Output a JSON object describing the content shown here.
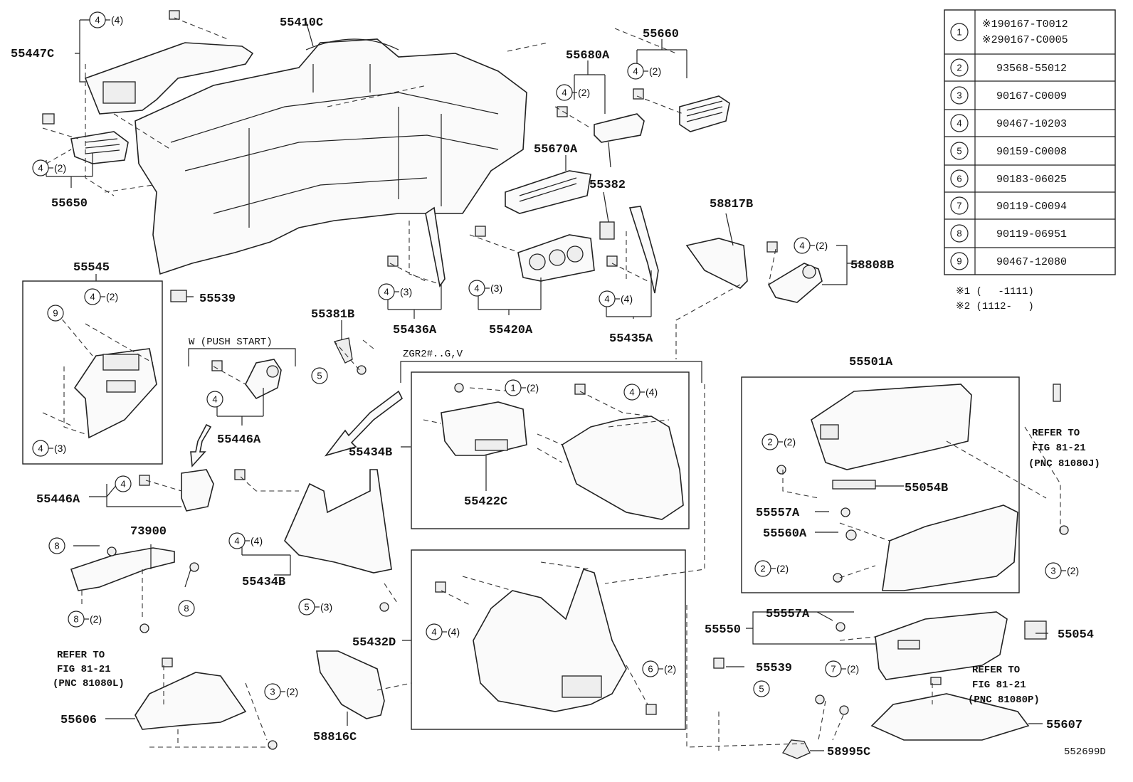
{
  "diagram_id": "552699D",
  "fastener_table": [
    {
      "num": "1",
      "parts": [
        "※190167-T0012",
        "※290167-C0005"
      ]
    },
    {
      "num": "2",
      "parts": [
        "93568-55012"
      ]
    },
    {
      "num": "3",
      "parts": [
        "90167-C0009"
      ]
    },
    {
      "num": "4",
      "parts": [
        "90467-10203"
      ]
    },
    {
      "num": "5",
      "parts": [
        "90159-C0008"
      ]
    },
    {
      "num": "6",
      "parts": [
        "90183-06025"
      ]
    },
    {
      "num": "7",
      "parts": [
        "90119-C0094"
      ]
    },
    {
      "num": "8",
      "parts": [
        "90119-06951"
      ]
    },
    {
      "num": "9",
      "parts": [
        "90467-12080"
      ]
    }
  ],
  "notes": [
    "※1 (　 -1111)",
    "※2 (1112-　 )"
  ],
  "group_labels": {
    "push_start": "W (PUSH  START)",
    "zgr": "ZGR2#..G,V"
  },
  "refer_notes": {
    "r81080J": [
      "REFER TO",
      "FIG 81-21",
      "(PNC 81080J)"
    ],
    "r81080L": [
      "REFER TO",
      "FIG 81-21",
      "(PNC 81080L)"
    ],
    "r81080P": [
      "REFER TO",
      "FIG 81-21",
      "(PNC 81080P)"
    ]
  },
  "part_labels": {
    "p55447C": "55447C",
    "p55410C": "55410C",
    "p55660": "55660",
    "p55680A": "55680A",
    "p55650": "55650",
    "p55670A": "55670A",
    "p55382": "55382",
    "p58817B": "58817B",
    "p58808B": "58808B",
    "p55545": "55545",
    "p55539a": "55539",
    "p55436A": "55436A",
    "p55420A": "55420A",
    "p55435A": "55435A",
    "p55381B": "55381B",
    "p55446A1": "55446A",
    "p55434B1": "55434B",
    "p55501A": "55501A",
    "p55446A2": "55446A",
    "p55422C": "55422C",
    "p73900": "73900",
    "p55054B": "55054B",
    "p55557A1": "55557A",
    "p55560A": "55560A",
    "p55434B2": "55434B",
    "p55432D": "55432D",
    "p55550": "55550",
    "p55557A2": "55557A",
    "p55054": "55054",
    "p55539b": "55539",
    "p55606": "55606",
    "p58816C": "58816C",
    "p55607": "55607",
    "p58995C": "58995C"
  },
  "callouts": {
    "c01": {
      "num": "4",
      "qty": "(4)"
    },
    "c02": {
      "num": "4",
      "qty": "(2)"
    },
    "c03": {
      "num": "4",
      "qty": "(2)"
    },
    "c04": {
      "num": "4",
      "qty": "(2)"
    },
    "c05": {
      "num": "4",
      "qty": "(2)"
    },
    "c06": {
      "num": "4",
      "qty": "(2)"
    },
    "c07": {
      "num": "9",
      "qty": ""
    },
    "c08": {
      "num": "4",
      "qty": "(3)"
    },
    "c09": {
      "num": "4",
      "qty": "(3)"
    },
    "c10": {
      "num": "4",
      "qty": "(4)"
    },
    "c11": {
      "num": "4",
      "qty": "(3)"
    },
    "c12": {
      "num": "5",
      "qty": ""
    },
    "c13": {
      "num": "4",
      "qty": ""
    },
    "c14": {
      "num": "1",
      "qty": "(2)"
    },
    "c15": {
      "num": "4",
      "qty": "(4)"
    },
    "c16": {
      "num": "4",
      "qty": ""
    },
    "c17": {
      "num": "8",
      "qty": ""
    },
    "c18": {
      "num": "8",
      "qty": ""
    },
    "c19": {
      "num": "8",
      "qty": "(2)"
    },
    "c20": {
      "num": "4",
      "qty": "(4)"
    },
    "c21": {
      "num": "5",
      "qty": "(3)"
    },
    "c22": {
      "num": "4",
      "qty": "(4)"
    },
    "c23": {
      "num": "2",
      "qty": "(2)"
    },
    "c24": {
      "num": "2",
      "qty": "(2)"
    },
    "c25": {
      "num": "3",
      "qty": "(2)"
    },
    "c26": {
      "num": "6",
      "qty": "(2)"
    },
    "c27": {
      "num": "7",
      "qty": "(2)"
    },
    "c28": {
      "num": "5",
      "qty": ""
    },
    "c29": {
      "num": "3",
      "qty": "(2)"
    }
  }
}
